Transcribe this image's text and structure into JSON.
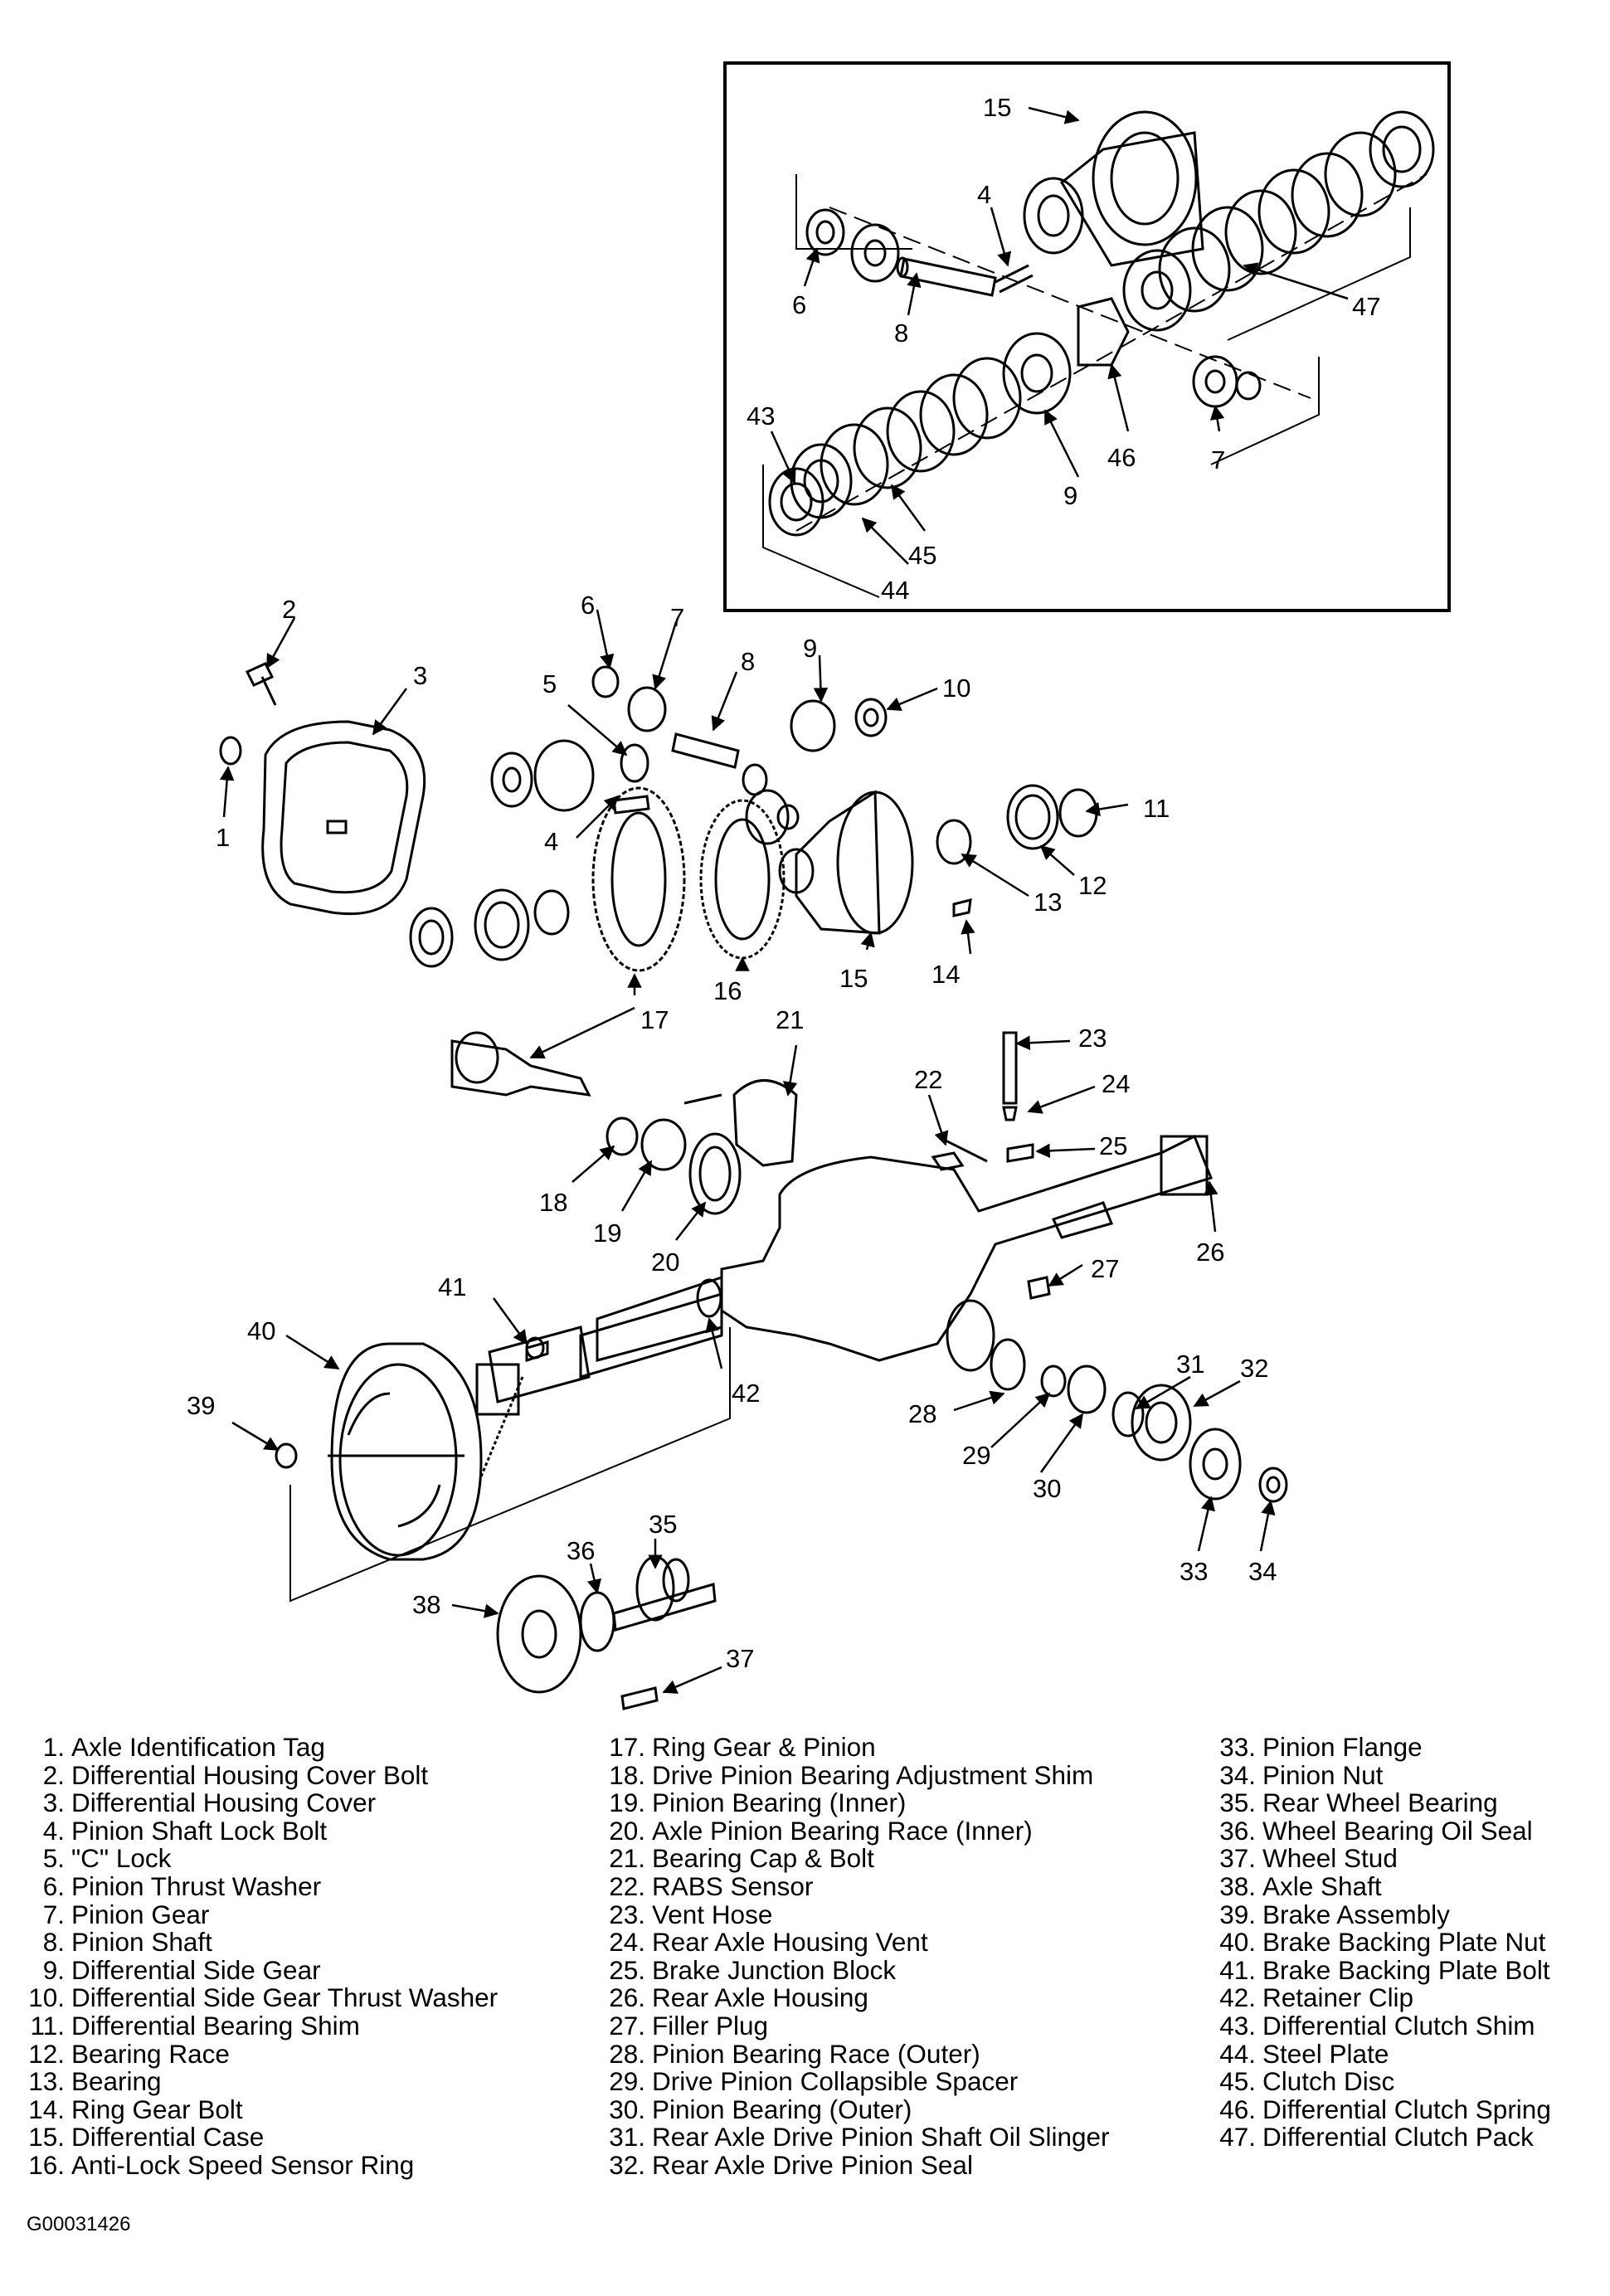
{
  "figure_code": "G00031426",
  "legend": [
    {
      "n": "1.",
      "label": "Axle Identification Tag"
    },
    {
      "n": "2.",
      "label": "Differential Housing Cover Bolt"
    },
    {
      "n": "3.",
      "label": "Differential Housing Cover"
    },
    {
      "n": "4.",
      "label": "Pinion Shaft Lock Bolt"
    },
    {
      "n": "5.",
      "label": "\"C\" Lock"
    },
    {
      "n": "6.",
      "label": "Pinion Thrust Washer"
    },
    {
      "n": "7.",
      "label": "Pinion Gear"
    },
    {
      "n": "8.",
      "label": "Pinion Shaft"
    },
    {
      "n": "9.",
      "label": "Differential Side Gear"
    },
    {
      "n": "10.",
      "label": "Differential Side Gear Thrust Washer"
    },
    {
      "n": "11.",
      "label": "Differential Bearing Shim"
    },
    {
      "n": "12.",
      "label": "Bearing Race"
    },
    {
      "n": "13.",
      "label": "Bearing"
    },
    {
      "n": "14.",
      "label": "Ring Gear Bolt"
    },
    {
      "n": "15.",
      "label": "Differential Case"
    },
    {
      "n": "16.",
      "label": "Anti-Lock Speed Sensor Ring"
    },
    {
      "n": "17.",
      "label": "Ring Gear & Pinion"
    },
    {
      "n": "18.",
      "label": "Drive Pinion Bearing Adjustment Shim"
    },
    {
      "n": "19.",
      "label": "Pinion Bearing (Inner)"
    },
    {
      "n": "20.",
      "label": "Axle Pinion Bearing Race (Inner)"
    },
    {
      "n": "21.",
      "label": "Bearing Cap & Bolt"
    },
    {
      "n": "22.",
      "label": "RABS Sensor"
    },
    {
      "n": "23.",
      "label": "Vent Hose"
    },
    {
      "n": "24.",
      "label": "Rear Axle Housing Vent"
    },
    {
      "n": "25.",
      "label": "Brake Junction Block"
    },
    {
      "n": "26.",
      "label": "Rear Axle Housing"
    },
    {
      "n": "27.",
      "label": "Filler Plug"
    },
    {
      "n": "28.",
      "label": "Pinion Bearing Race (Outer)"
    },
    {
      "n": "29.",
      "label": "Drive Pinion Collapsible Spacer"
    },
    {
      "n": "30.",
      "label": "Pinion Bearing (Outer)"
    },
    {
      "n": "31.",
      "label": "Rear Axle Drive Pinion Shaft Oil Slinger"
    },
    {
      "n": "32.",
      "label": "Rear Axle Drive Pinion Seal"
    },
    {
      "n": "33.",
      "label": "Pinion Flange"
    },
    {
      "n": "34.",
      "label": "Pinion Nut"
    },
    {
      "n": "35.",
      "label": "Rear Wheel Bearing"
    },
    {
      "n": "36.",
      "label": "Wheel Bearing Oil Seal"
    },
    {
      "n": "37.",
      "label": "Wheel Stud"
    },
    {
      "n": "38.",
      "label": "Axle Shaft"
    },
    {
      "n": "39.",
      "label": "Brake Assembly"
    },
    {
      "n": "40.",
      "label": "Brake Backing Plate Nut"
    },
    {
      "n": "41.",
      "label": "Brake Backing Plate Bolt"
    },
    {
      "n": "42.",
      "label": "Retainer Clip"
    },
    {
      "n": "43.",
      "label": "Differential Clutch Shim"
    },
    {
      "n": "44.",
      "label": "Steel Plate"
    },
    {
      "n": "45.",
      "label": "Clutch Disc"
    },
    {
      "n": "46.",
      "label": "Differential Clutch Spring"
    },
    {
      "n": "47.",
      "label": "Differential Clutch Pack"
    }
  ],
  "callouts": {
    "c15a": "15",
    "c4a": "4",
    "c6a": "6",
    "c8a": "8",
    "c47": "47",
    "c43": "43",
    "c46": "46",
    "c7a": "7",
    "c9a": "9",
    "c45": "45",
    "c44": "44",
    "c2": "2",
    "c3": "3",
    "c1": "1",
    "c6b": "6",
    "c7b": "7",
    "c5": "5",
    "c8b": "8",
    "c9b": "9",
    "c10": "10",
    "c4b": "4",
    "c11": "11",
    "c12": "12",
    "c13": "13",
    "c14": "14",
    "c15b": "15",
    "c16": "16",
    "c17": "17",
    "c21": "21",
    "c23": "23",
    "c24": "24",
    "c22": "22",
    "c25": "25",
    "c18": "18",
    "c19": "19",
    "c20": "20",
    "c26": "26",
    "c27": "27",
    "c41": "41",
    "c40": "40",
    "c42": "42",
    "c39": "39",
    "c31": "31",
    "c32": "32",
    "c28": "28",
    "c29": "29",
    "c30": "30",
    "c33": "33",
    "c34": "34",
    "c35": "35",
    "c36": "36",
    "c38": "38",
    "c37": "37"
  }
}
